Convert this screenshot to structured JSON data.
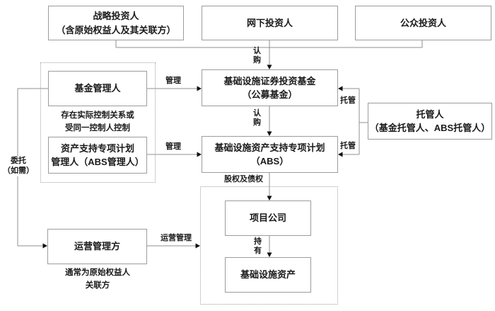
{
  "diagram": {
    "nodes": {
      "strategic_investor": {
        "line1": "战略投资人",
        "line2": "（含原始权益人及其关联方）"
      },
      "offline_investor": {
        "line1": "网下投资人"
      },
      "public_investor": {
        "line1": "公众投资人"
      },
      "public_fund": {
        "line1": "基础设施证券投资基金",
        "line2": "（公募基金）"
      },
      "abs_plan": {
        "line1": "基础设施资产支持专项计划",
        "line2": "（ABS）"
      },
      "fund_manager": {
        "line1": "基金管理人"
      },
      "abs_manager": {
        "line1": "资产支持专项计划",
        "line2": "管理人（ABS管理人）"
      },
      "custodian": {
        "line1": "托管人",
        "line2": "（基金托管人、ABS托管人）"
      },
      "project_company": {
        "line1": "项目公司"
      },
      "infrastructure_asset": {
        "line1": "基础设施资产"
      },
      "operation_manager": {
        "line1": "运营管理方"
      }
    },
    "edge_labels": {
      "subscribe_top": "认购",
      "subscribe_mid": "认购",
      "manage_fund": "管理",
      "manage_abs": "管理",
      "custody_fund": "托管",
      "custody_abs": "托管",
      "equity_and_debt": "股权及债权",
      "hold": "持有",
      "operation_manage": "运营管理",
      "entrust_line1": "委托",
      "entrust_line2": "（如需）"
    },
    "notes": {
      "control_note_line1": "存在实际控制关系或",
      "control_note_line2": "受同一控制人控制",
      "operator_note_line1": "通常为原始权益人",
      "operator_note_line2": "关联方"
    },
    "colors": {
      "box_border": "#9c9c9c",
      "connector_line": "#8f8f8f",
      "dashed_border": "#a0a0a0",
      "text": "#1a1a1a",
      "background": "#ffffff"
    }
  }
}
